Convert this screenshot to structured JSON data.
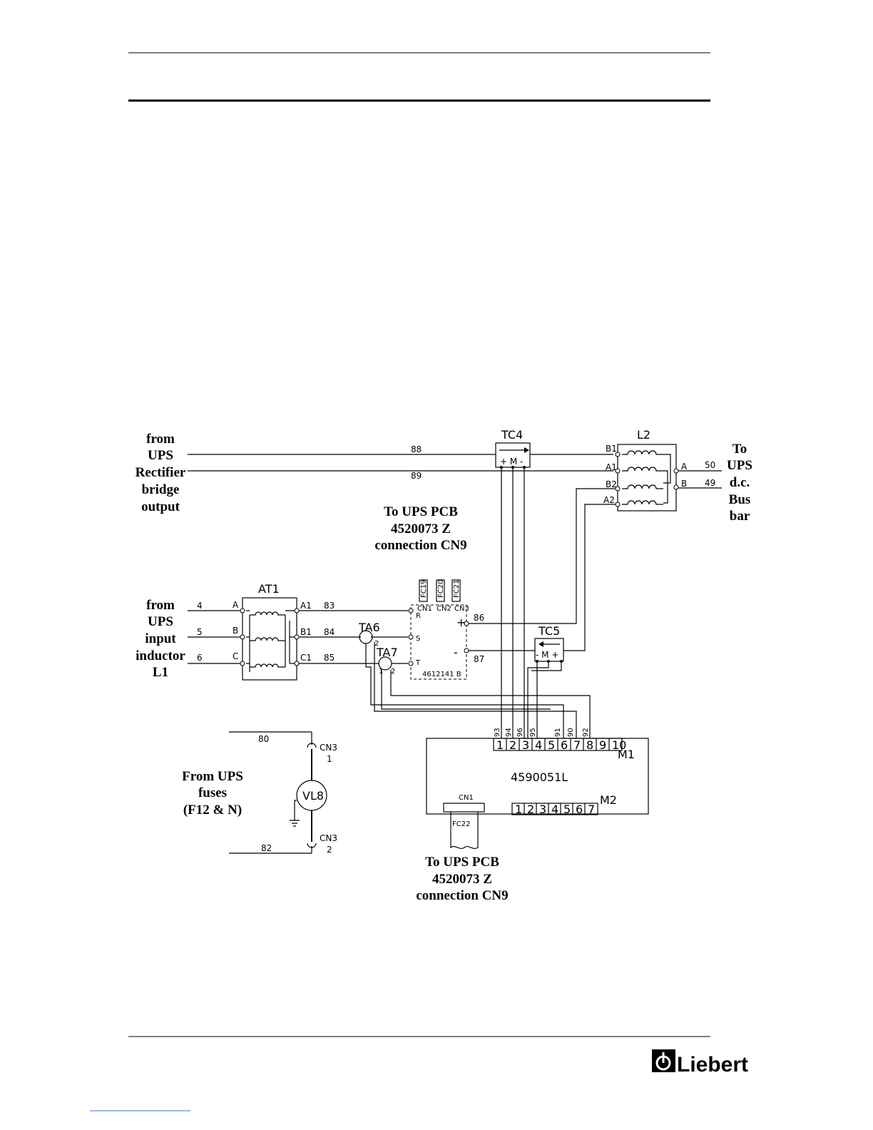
{
  "labels": {
    "from_rect": [
      "from",
      "UPS",
      "Rectifier",
      "bridge",
      "output"
    ],
    "to_dc": [
      "To",
      "UPS",
      "d.c.",
      "Bus",
      "bar"
    ],
    "to_pcb_top": [
      "To UPS PCB",
      "4520073 Z",
      "connection CN9"
    ],
    "from_input": [
      "from",
      "UPS",
      "input",
      "inductor",
      "L1"
    ],
    "from_fuses": [
      "From UPS",
      "fuses",
      "(F12 & N)"
    ],
    "to_pcb_bottom": [
      "To UPS PCB",
      "4520073 Z",
      "connection CN9"
    ]
  },
  "components": {
    "tc4": "TC4",
    "tc4_pins": "+ M -",
    "l2": "L2",
    "l2_pins": [
      "B1",
      "A1",
      "B2",
      "A2"
    ],
    "l2_out": [
      "A",
      "B"
    ],
    "at1": "AT1",
    "at1_in": [
      "A",
      "B",
      "C"
    ],
    "at1_out": [
      "A1",
      "B1",
      "C1"
    ],
    "ta6": "TA6",
    "ta7": "TA7",
    "tc5": "TC5",
    "tc5_pins": "- M +",
    "fc19": "FC19",
    "fc20": "FC20",
    "fc21": "FC21",
    "cn_labels": [
      "CN1",
      "CN2",
      "CN3"
    ],
    "board_461": "4612141 B",
    "board_459": "4590051L",
    "m1": "M1",
    "m2": "M2",
    "m1_pins": [
      "1",
      "2",
      "3",
      "4",
      "5",
      "6",
      "7",
      "8",
      "9",
      "10"
    ],
    "m2_pins": [
      "1",
      "2",
      "3",
      "4",
      "5",
      "6",
      "7"
    ],
    "cn1": "CN1",
    "fc22": "FC22",
    "vl8": "VL8",
    "cn3_1": "CN3",
    "cn3_2": "CN3",
    "pin1": "1",
    "pin2": "2",
    "rst": [
      "R",
      "S",
      "T"
    ],
    "plus": "+",
    "minus": "-"
  },
  "wires": {
    "w88": "88",
    "w89": "89",
    "w50": "50",
    "w49": "49",
    "w4": "4",
    "w5": "5",
    "w6": "6",
    "w83": "83",
    "w84": "84",
    "w85": "85",
    "w86": "86",
    "w87": "87",
    "w80": "80",
    "w82": "82",
    "m1_wires": [
      "93",
      "94",
      "96",
      "95",
      "91",
      "90",
      "92"
    ]
  },
  "logo": "Liebert"
}
